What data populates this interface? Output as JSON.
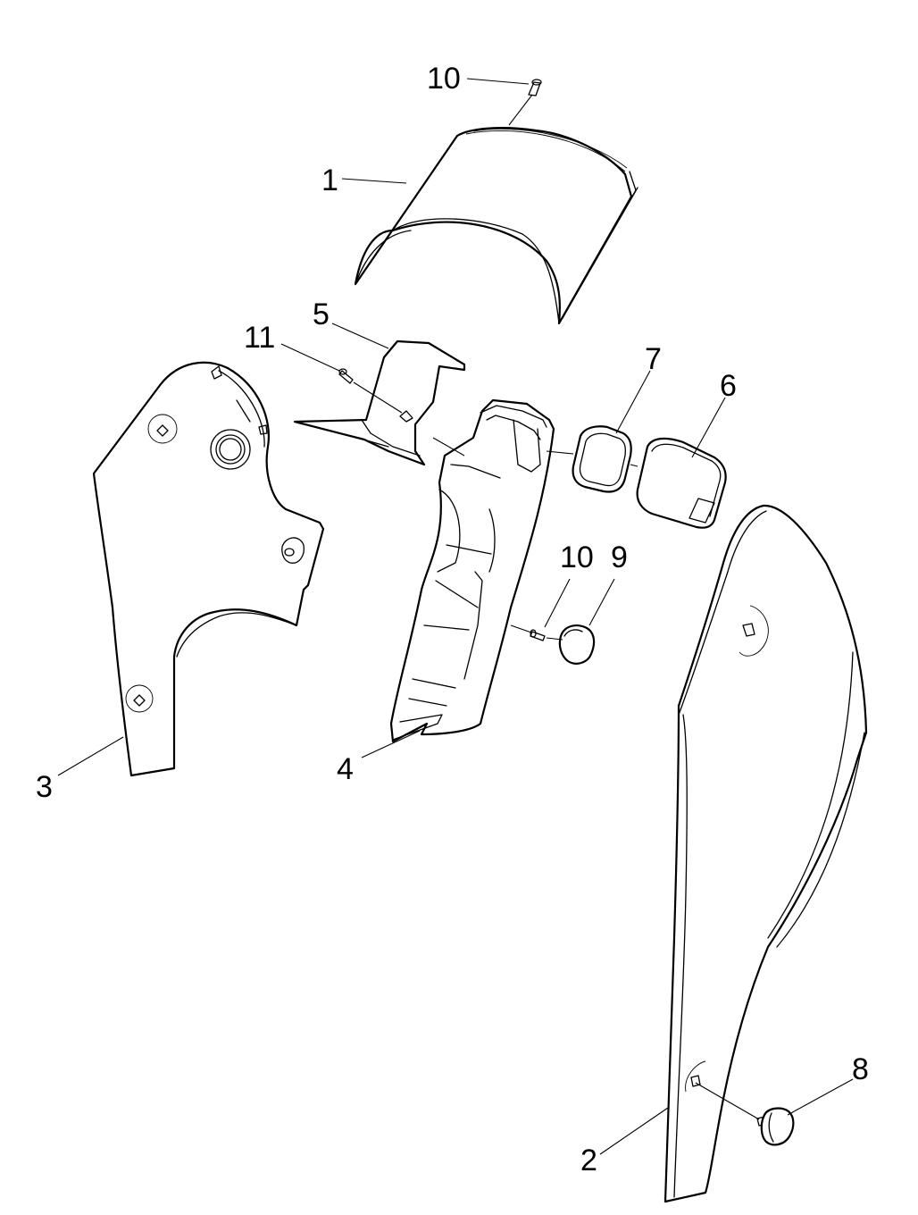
{
  "diagram": {
    "callouts": [
      "10",
      "1",
      "5",
      "11",
      "7",
      "6",
      "10",
      "9",
      "3",
      "4",
      "8",
      "2"
    ]
  }
}
